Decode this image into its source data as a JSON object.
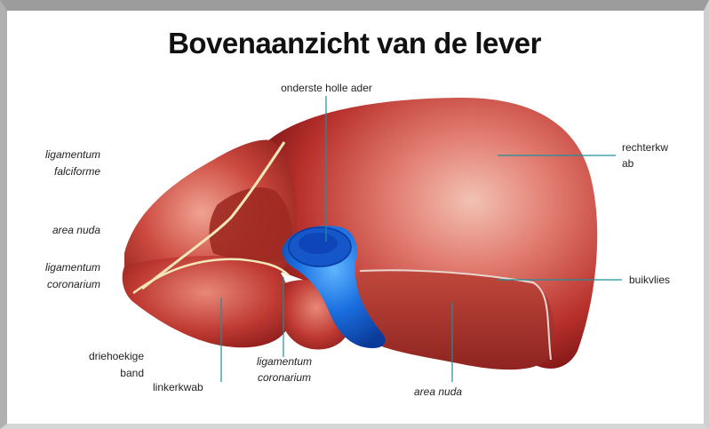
{
  "title": "Bovenaanzicht van de lever",
  "labels": {
    "onderste_holle_ader": "onderste holle ader",
    "rechterkwab_1": "rechterkw",
    "rechterkwab_2": "ab",
    "ligamentum_falciforme_1": "ligamentum",
    "ligamentum_falciforme_2": "falciforme",
    "area_nuda_left": "area nuda",
    "ligamentum_coronarium_left_1": "ligamentum",
    "ligamentum_coronarium_left_2": "coronarium",
    "buikvlies": "buikvlies",
    "driehoekige_band_1": "driehoekige",
    "driehoekige_band_2": "band",
    "linkerkwab": "linkerkwab",
    "ligamentum_coronarium_bottom_1": "ligamentum",
    "ligamentum_coronarium_bottom_2": "coronarium",
    "area_nuda_bottom": "area nuda"
  },
  "colors": {
    "liver_dark": "#7a1414",
    "liver_mid": "#b52a26",
    "liver_light": "#e8928a",
    "vein_blue": "#1a6fe0",
    "leader_line": "#1f8f9a"
  }
}
